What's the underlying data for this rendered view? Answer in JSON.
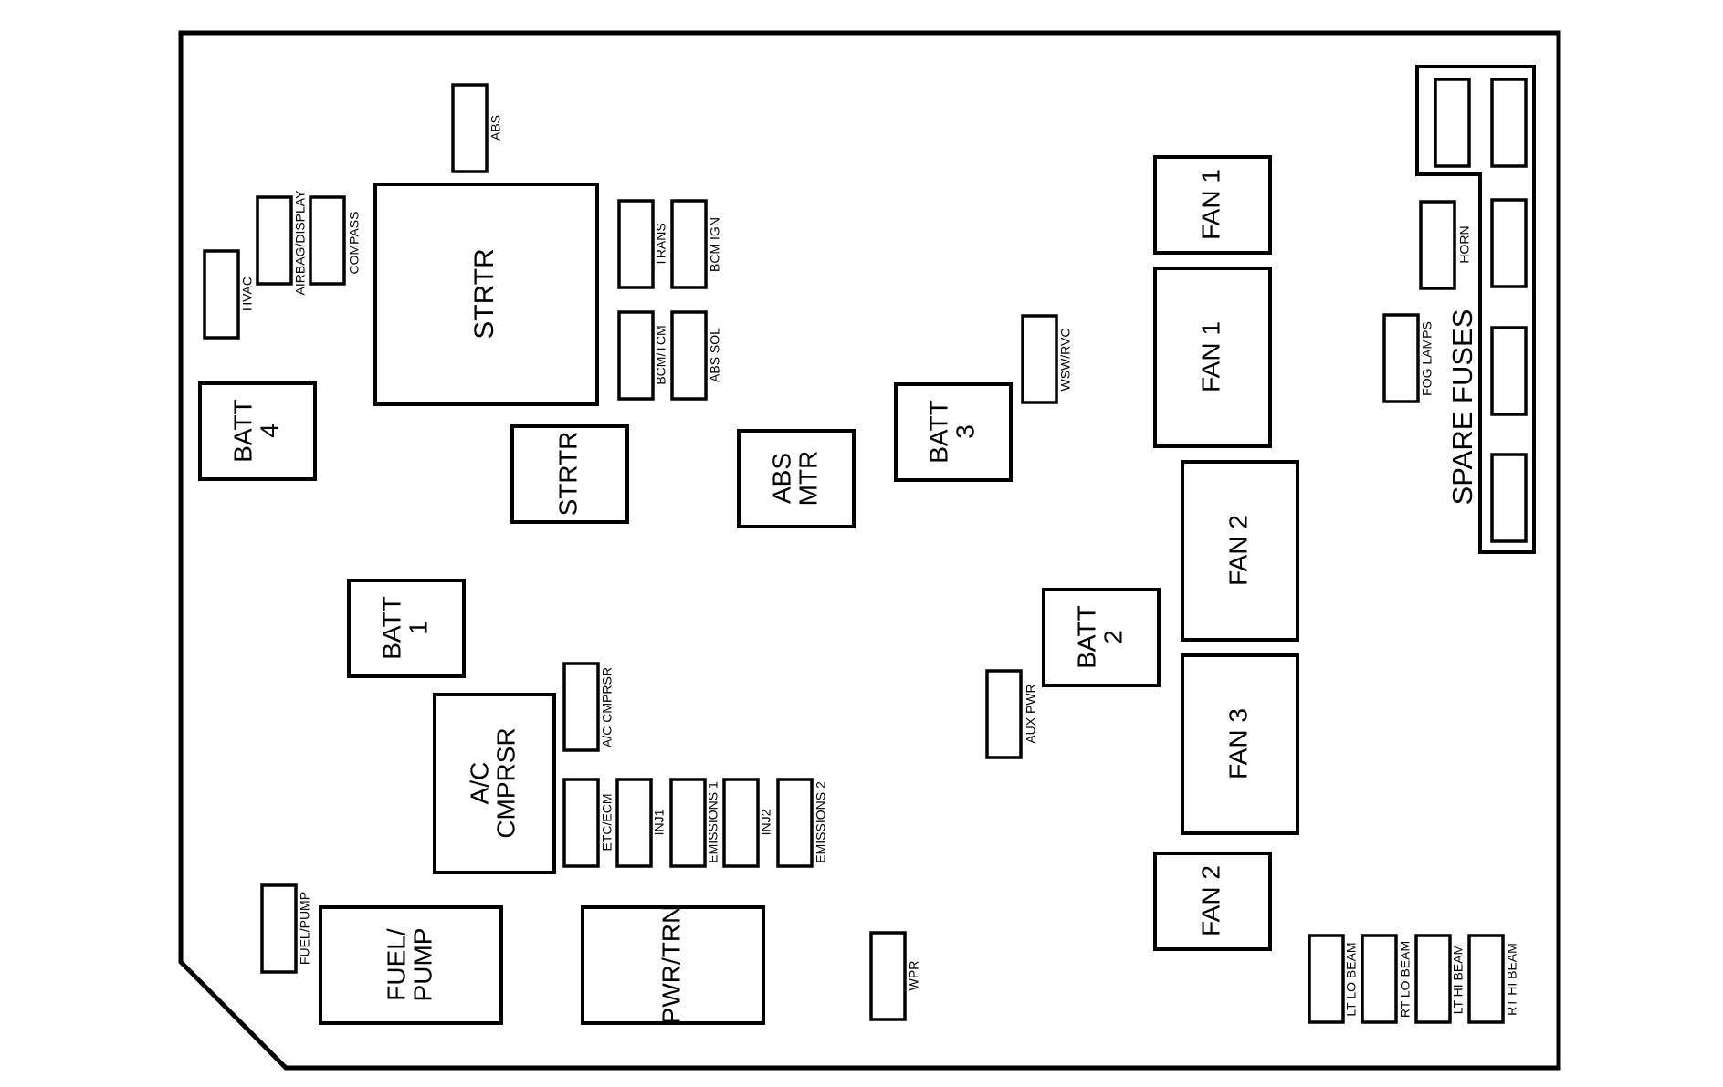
{
  "relays": {
    "strtr_main": "STRTR",
    "strtr_small": "STRTR",
    "batt4": [
      "BATT",
      "4"
    ],
    "batt3": [
      "BATT",
      "3"
    ],
    "batt1": [
      "BATT",
      "1"
    ],
    "batt2": [
      "BATT",
      "2"
    ],
    "abs_mtr": [
      "ABS",
      "MTR"
    ],
    "ac_cmprsr": [
      "A/C",
      "CMPRSR"
    ],
    "fuel_pump": [
      "FUEL/",
      "PUMP"
    ],
    "pwr_trn": "PWR/TRN",
    "fan1_top": "FAN 1",
    "fan1_mid": "FAN 1",
    "fan2_right": "FAN 2",
    "fan3": "FAN 3",
    "fan2_bottom": "FAN 2"
  },
  "fuses": {
    "abs": "ABS",
    "airbag_display": "AIRBAG/DISPLAY",
    "compass": "COMPASS",
    "hvac": "HVAC",
    "trans": "TRANS",
    "bcm_ign": "BCM IGN",
    "bcm_tcm": "BCM/TCM",
    "abs_sol": "ABS SOL",
    "wsw_rvc": "WSW/RVC",
    "horn": "HORN",
    "fog_lamps": "FOG LAMPS",
    "ac_cmprsr_fuse": "A/C CMPRSR",
    "etc_ecm": "ETC/ECM",
    "inj1": "INJ1",
    "emissions1": "EMISSIONS 1",
    "inj2": "INJ2",
    "emissions2": "EMISSIONS 2",
    "fuel_pump_fuse": "FUEL/PUMP",
    "aux_pwr": "AUX PWR",
    "wpr": "WPR",
    "lt_lo_beam": "LT LO BEAM",
    "rt_lo_beam": "RT LO BEAM",
    "lt_hi_beam": "LT HI BEAM",
    "rt_hi_beam": "RT HI BEAM"
  },
  "spare_fuses": "SPARE FUSES"
}
